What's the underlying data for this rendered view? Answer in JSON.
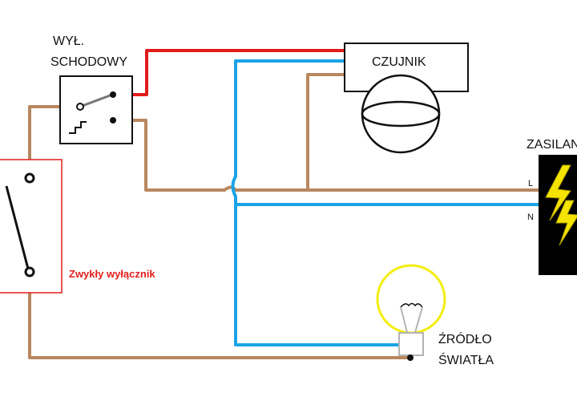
{
  "labels": {
    "staircase_switch_line1": "WYŁ.",
    "staircase_switch_line2": "SCHODOWY",
    "sensor": "CZUJNIK",
    "power_supply": "ZASILANIE",
    "live": "L",
    "neutral": "N",
    "normal_switch": "Zwykły wyłącznik",
    "light_source_line1": "ŹRÓDŁO",
    "light_source_line2": "ŚWIATŁA"
  },
  "colors": {
    "brown_wire": "#b8875f",
    "blue_wire": "#1aa3e6",
    "red_wire": "#e41b1b",
    "bulb_glass": "#f2ee10",
    "lightning": "#f5e400",
    "panel": "#000000",
    "switch_box_border": "#e41b1b"
  }
}
